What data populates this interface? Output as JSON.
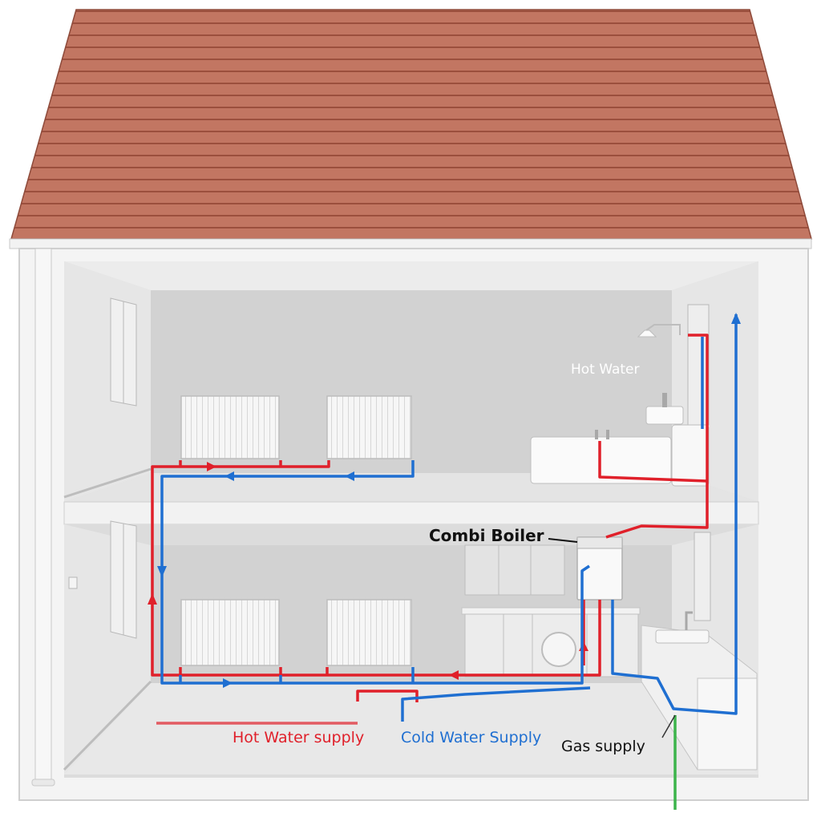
{
  "labels": {
    "combi_boiler": "Combi Boiler",
    "hot_water": "Hot Water",
    "hot_water_supply": "Hot Water supply",
    "cold_water_supply": "Cold Water Supply",
    "gas_supply": "Gas supply"
  },
  "colors": {
    "hot_pipe": "#e0202a",
    "cold_pipe": "#1f6fd1",
    "gas_pipe": "#3cb44b",
    "roof": "#c27662",
    "walls": "#e6e6e6",
    "label_dark": "#111111"
  },
  "components": {
    "radiators_upstairs": 2,
    "radiators_downstairs": 2
  }
}
